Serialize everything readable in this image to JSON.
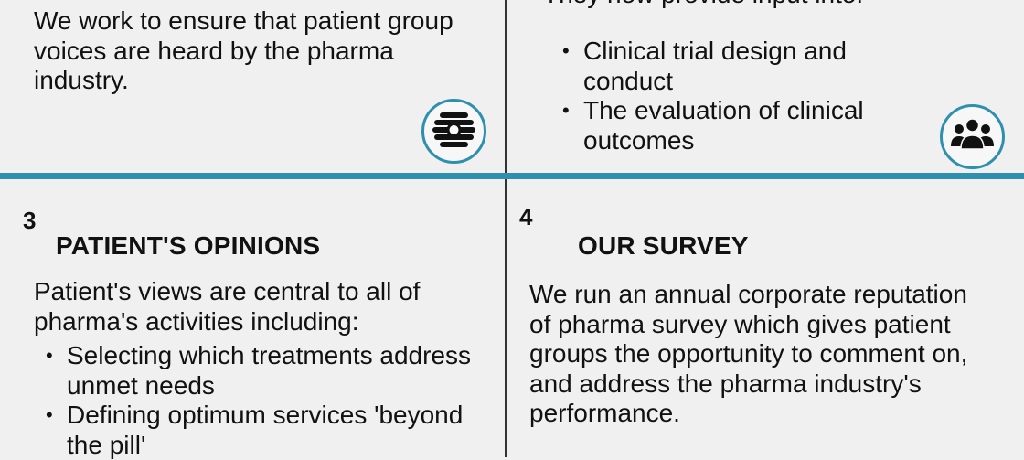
{
  "panel1": {
    "body": "We work to ensure that patient group voices are heard by the pharma industry.",
    "icon": "beehive-icon"
  },
  "panel2": {
    "intro": "They now provide input into:",
    "bullets": [
      "Clinical trial design and conduct",
      "The evaluation of clinical outcomes"
    ],
    "icon": "users-group-icon"
  },
  "panel3": {
    "number": "3",
    "title": "PATIENT'S OPINIONS",
    "intro": "Patient's views are central to all of pharma's activities including:",
    "bullets": [
      "Selecting which treatments address unmet needs",
      "Defining optimum services 'beyond the pill'"
    ]
  },
  "panel4": {
    "number": "4",
    "title": "OUR SURVEY",
    "body": "We run an annual corporate reputation of pharma survey which gives patient groups the opportunity to comment on, and address the pharma industry's performance."
  },
  "colors": {
    "accent": "#2e8fae",
    "background": "#f0f0f0",
    "text": "#111111"
  }
}
